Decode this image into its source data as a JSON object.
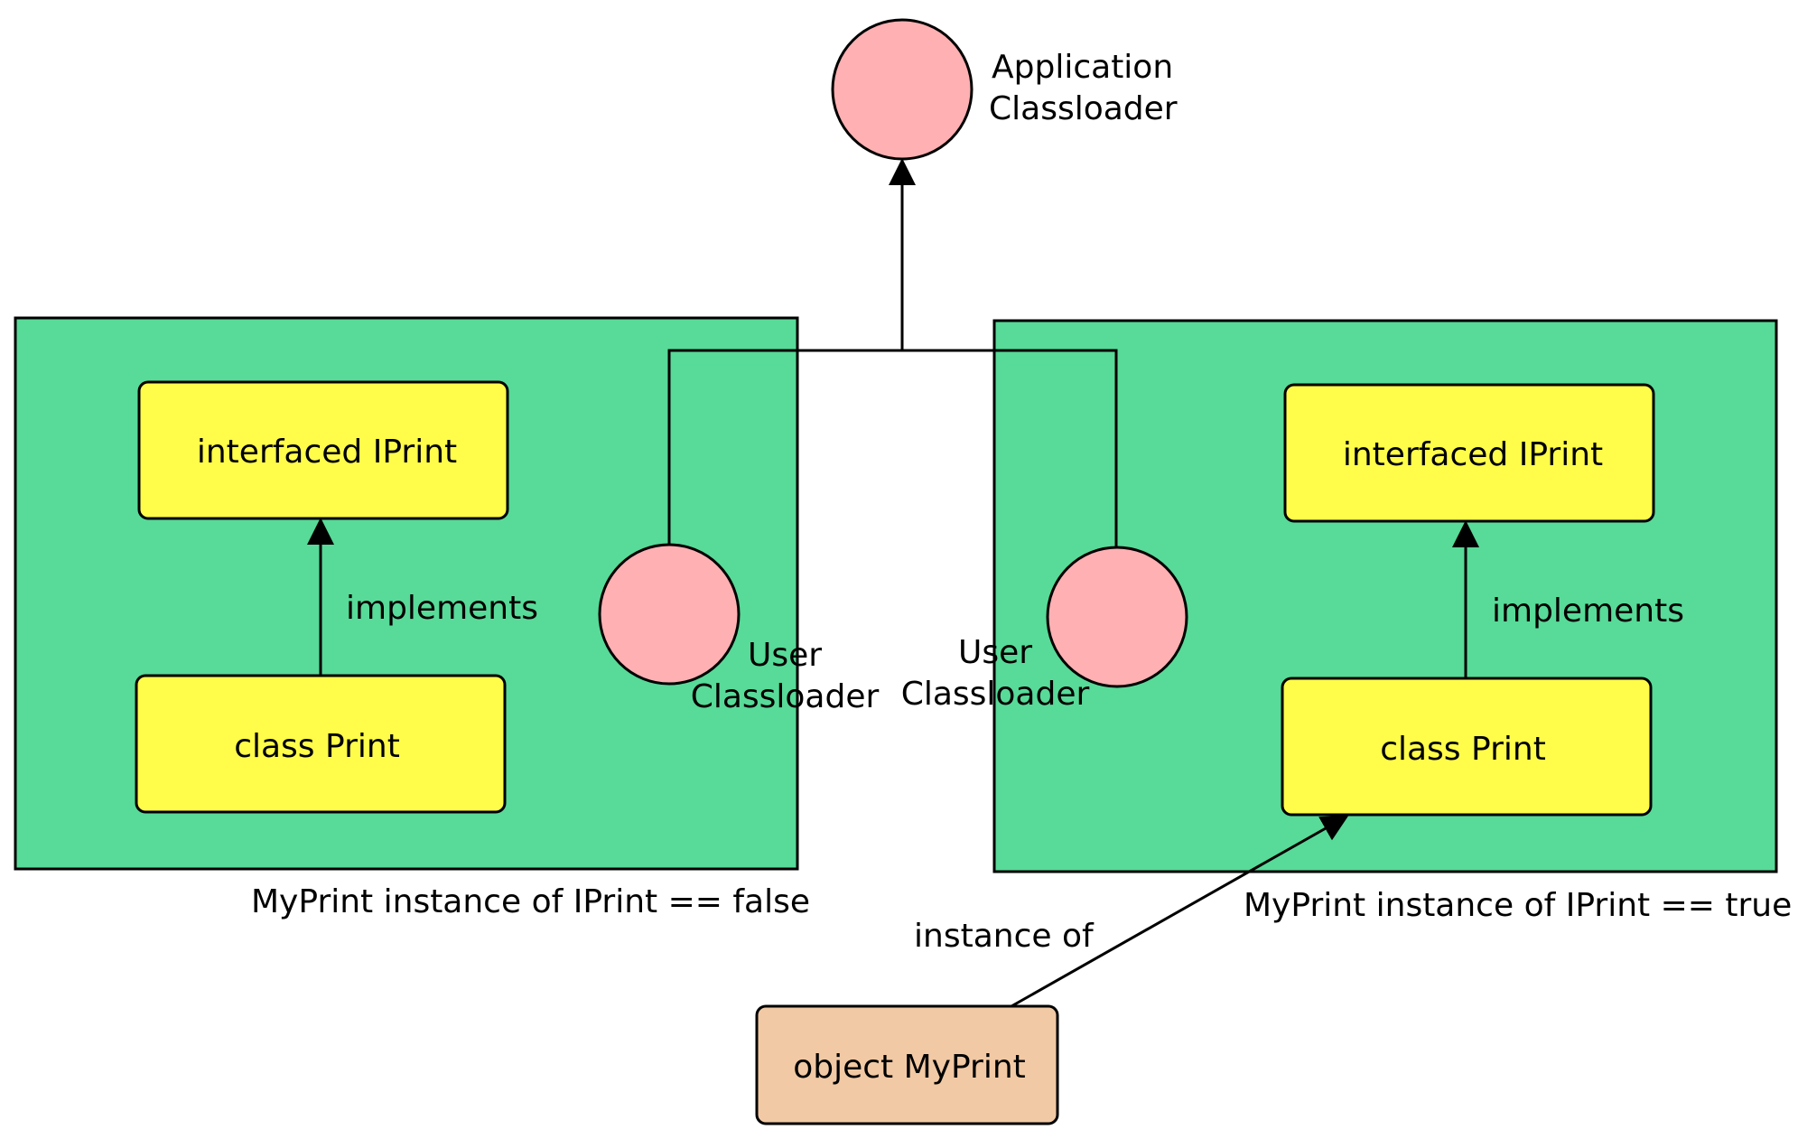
{
  "colors": {
    "classloader_fill": "#ffb0b3",
    "box_fill": "#58da98",
    "class_fill": "#fffc4a",
    "object_fill": "#f1c9a4",
    "stroke": "#000000"
  },
  "application_classloader": {
    "line1": "Application",
    "line2": "Classloader"
  },
  "left_box": {
    "interface_label": "interfaced IPrint",
    "class_label": "class Print",
    "implements_label": "implements",
    "loader_line1": "User",
    "loader_line2": "Classloader",
    "caption": "MyPrint instance of IPrint == false"
  },
  "right_box": {
    "interface_label": "interfaced IPrint",
    "class_label": "class Print",
    "implements_label": "implements",
    "loader_line1": "User",
    "loader_line2": "Classloader",
    "caption": "MyPrint instance of IPrint == true"
  },
  "object": {
    "label": "object MyPrint",
    "instance_of_label": "instance of"
  }
}
